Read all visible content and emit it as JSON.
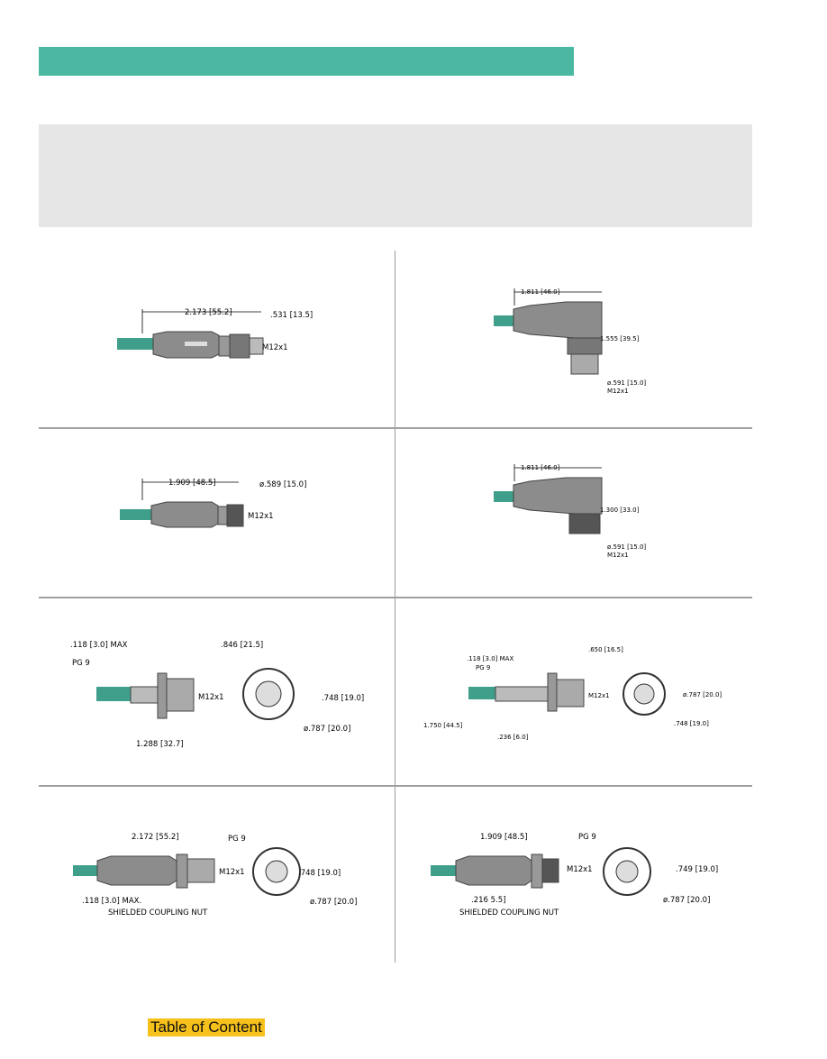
{
  "header": {
    "accent_color": "#4bb9a2",
    "panel_color": "#e6e6e7"
  },
  "cable_color": "#3f9f8a",
  "drawings": [
    {
      "name": "straight-male",
      "dims": {
        "length": "2.173 [55.2]",
        "nut": ".531 [13.5]",
        "thread": "M12x1"
      }
    },
    {
      "name": "right-angle-male",
      "dims": {
        "length": "1.811 [46.0]",
        "height": "1.555 [39.5]",
        "dia": "ø.591 [15.0]",
        "thread": "M12x1"
      }
    },
    {
      "name": "straight-female",
      "dims": {
        "length": "1.909 [48.5]",
        "dia": "ø.589 [15.0]",
        "thread": "M12x1"
      }
    },
    {
      "name": "right-angle-female",
      "dims": {
        "length": "1.811 [46.0]",
        "height": "1.300 [33.0]",
        "dia": "ø.591 [15.0]",
        "thread": "M12x1"
      }
    },
    {
      "name": "receptacle-male",
      "dims": {
        "max": ".118 [3.0] MAX",
        "pg": "PG 9",
        "rlen": ".846 [21.5]",
        "thread": "M12x1",
        "height": ".748 [19.0]",
        "flat": "ø.787 [20.0]",
        "len": "1.288 [32.7]"
      }
    },
    {
      "name": "receptacle-female",
      "dims": {
        "max": ".118 [3.0] MAX",
        "pg": "PG 9",
        "rlen": ".650 [16.5]",
        "thread": "M12x1",
        "dia": "ø.787 [20.0]",
        "len": "1.750 [44.5]",
        "small": ".236 [6.0]",
        "flat": ".748 [19.0]"
      }
    },
    {
      "name": "shielded-male",
      "dims": {
        "length": "2.172 [55.2]",
        "pg": "PG 9",
        "thread": "M12x1",
        "height": ".748 [19.0]",
        "max": ".118 [3.0] MAX.",
        "flat": "ø.787 [20.0]",
        "caption": "SHIELDED COUPLING NUT"
      }
    },
    {
      "name": "shielded-female",
      "dims": {
        "length": "1.909 [48.5]",
        "pg": "PG 9",
        "thread": "M12x1",
        "height": ".749 [19.0]",
        "small": ".216 5.5]",
        "flat": "ø.787 [20.0]",
        "caption": "SHIELDED COUPLING NUT"
      }
    }
  ],
  "footer": {
    "toc_label": "Table of Content",
    "toc_color": "#f7c11b"
  }
}
